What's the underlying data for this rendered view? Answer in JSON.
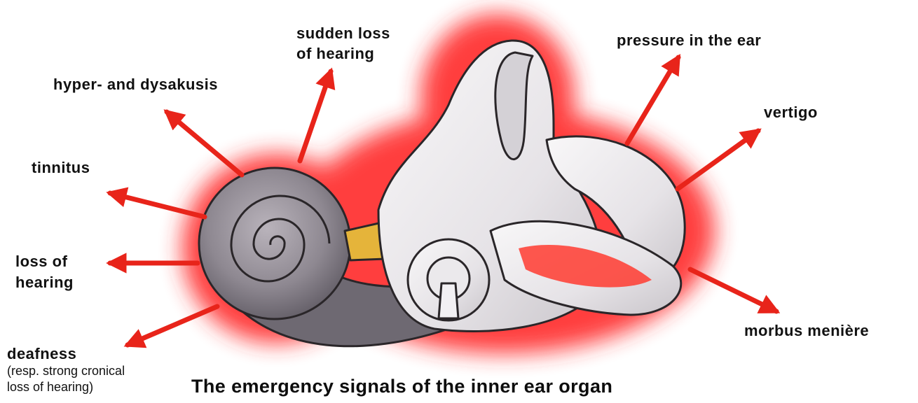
{
  "diagram": {
    "title": "The emergency signals of the inner ear organ",
    "accent_color": "#e8241a",
    "glow_color": "#ff2a2a",
    "bone_color": "#eceaec",
    "cochlea_color": "#8d8890",
    "signals": {
      "sudden_loss_line1": "sudden loss",
      "sudden_loss_line2": "of hearing",
      "hyper_dysakusis": "hyper- and dysakusis",
      "tinnitus": "tinnitus",
      "loss_line1": "loss of",
      "loss_line2": "hearing",
      "deafness": "deafness",
      "deafness_note_line1": "(resp. strong cronical",
      "deafness_note_line2": "loss of hearing)",
      "pressure": "pressure in the ear",
      "vertigo": "vertigo",
      "morbus": "morbus menière"
    }
  }
}
